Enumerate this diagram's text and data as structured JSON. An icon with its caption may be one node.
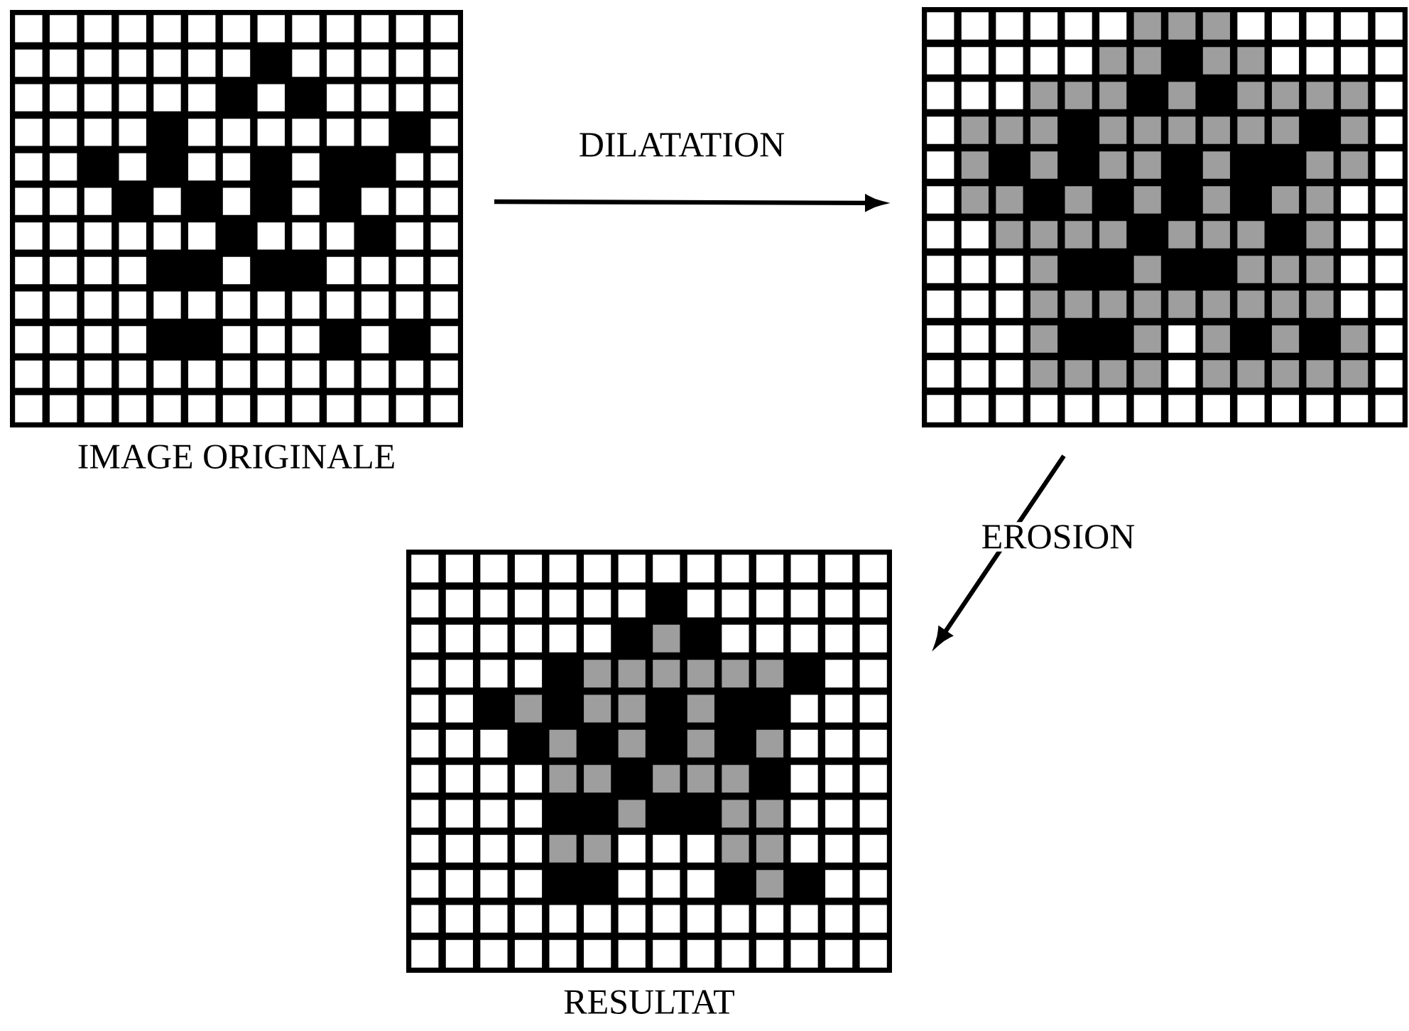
{
  "diagram": {
    "nodes": [
      {
        "text": [
          "IMAGE ORIGINALE"
        ]
      },
      {
        "text": [],
        "shape": "picture"
      },
      {
        "text": [
          "RESULTAT"
        ]
      }
    ],
    "edges": [
      {
        "from": 0,
        "to": 1,
        "arrow": "to",
        "label": "DILATATION"
      },
      {
        "from": 1,
        "to": 2,
        "arrow": "to",
        "label": "EROSION"
      }
    ]
  }
}
